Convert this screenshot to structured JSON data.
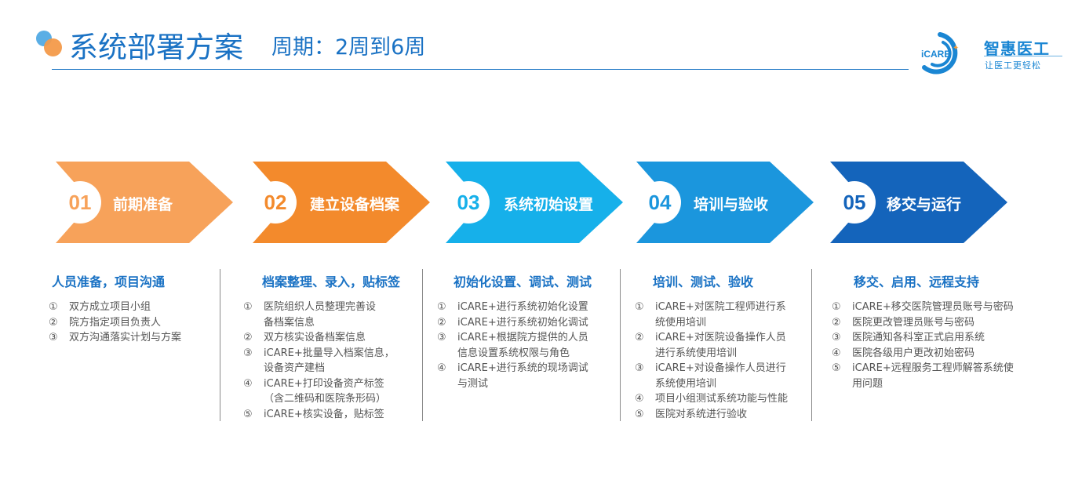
{
  "header": {
    "title": "系统部署方案",
    "subtitle": "周期：2周到6周"
  },
  "logo": {
    "brand_en": "iCARE",
    "brand_cn": "智惠医工",
    "slogan": "让医工更轻松"
  },
  "colors": {
    "title_blue": "#1a72c4",
    "step1": "#f7a25a",
    "step2": "#f38a2c",
    "step3": "#16b0ea",
    "step4": "#1b96dd",
    "step5": "#1464bb"
  },
  "steps": [
    {
      "num": "01",
      "title": "前期准备",
      "color": "#f7a25a",
      "heading": "人员准备，项目沟通",
      "items": [
        {
          "marker": "①",
          "text": "双方成立项目小组"
        },
        {
          "marker": "②",
          "text": "院方指定项目负责人"
        },
        {
          "marker": "③",
          "text": "双方沟通落实计划与方案"
        }
      ]
    },
    {
      "num": "02",
      "title": "建立设备档案",
      "color": "#f38a2c",
      "heading": "档案整理、录入，贴标签",
      "items": [
        {
          "marker": "①",
          "text": "医院组织人员整理完善设\n备档案信息"
        },
        {
          "marker": "②",
          "text": "双方核实设备档案信息"
        },
        {
          "marker": "③",
          "text": "iCARE+批量导入档案信息，\n设备资产建档"
        },
        {
          "marker": "④",
          "text": "iCARE+打印设备资产标签\n（含二维码和医院条形码）"
        },
        {
          "marker": "⑤",
          "text": "iCARE+核实设备，贴标签"
        }
      ]
    },
    {
      "num": "03",
      "title": "系统初始设置",
      "color": "#16b0ea",
      "heading": "初始化设置、调试、测试",
      "items": [
        {
          "marker": "①",
          "text": "iCARE+进行系统初始化设置"
        },
        {
          "marker": "②",
          "text": "iCARE+进行系统初始化调试"
        },
        {
          "marker": "③",
          "text": "iCARE+根据院方提供的人员\n信息设置系统权限与角色"
        },
        {
          "marker": "④",
          "text": "iCARE+进行系统的现场调试\n与测试"
        }
      ]
    },
    {
      "num": "04",
      "title": "培训与验收",
      "color": "#1b96dd",
      "heading": "培训、测试、验收",
      "items": [
        {
          "marker": "①",
          "text": "iCARE+对医院工程师进行系\n统使用培训"
        },
        {
          "marker": "②",
          "text": "iCARE+对医院设备操作人员\n进行系统使用培训"
        },
        {
          "marker": "③",
          "text": "iCARE+对设备操作人员进行\n系统使用培训"
        },
        {
          "marker": "④",
          "text": "项目小组测试系统功能与性能"
        },
        {
          "marker": "⑤",
          "text": "医院对系统进行验收"
        }
      ]
    },
    {
      "num": "05",
      "title": "移交与运行",
      "color": "#1464bb",
      "heading": "移交、启用、远程支持",
      "items": [
        {
          "marker": "①",
          "text": "iCARE+移交医院管理员账号与密码"
        },
        {
          "marker": "②",
          "text": "医院更改管理员账号与密码"
        },
        {
          "marker": "③",
          "text": "医院通知各科室正式启用系统"
        },
        {
          "marker": "④",
          "text": "医院各级用户更改初始密码"
        },
        {
          "marker": "⑤",
          "text": "iCARE+远程服务工程师解答系统使\n用问题"
        }
      ]
    }
  ]
}
